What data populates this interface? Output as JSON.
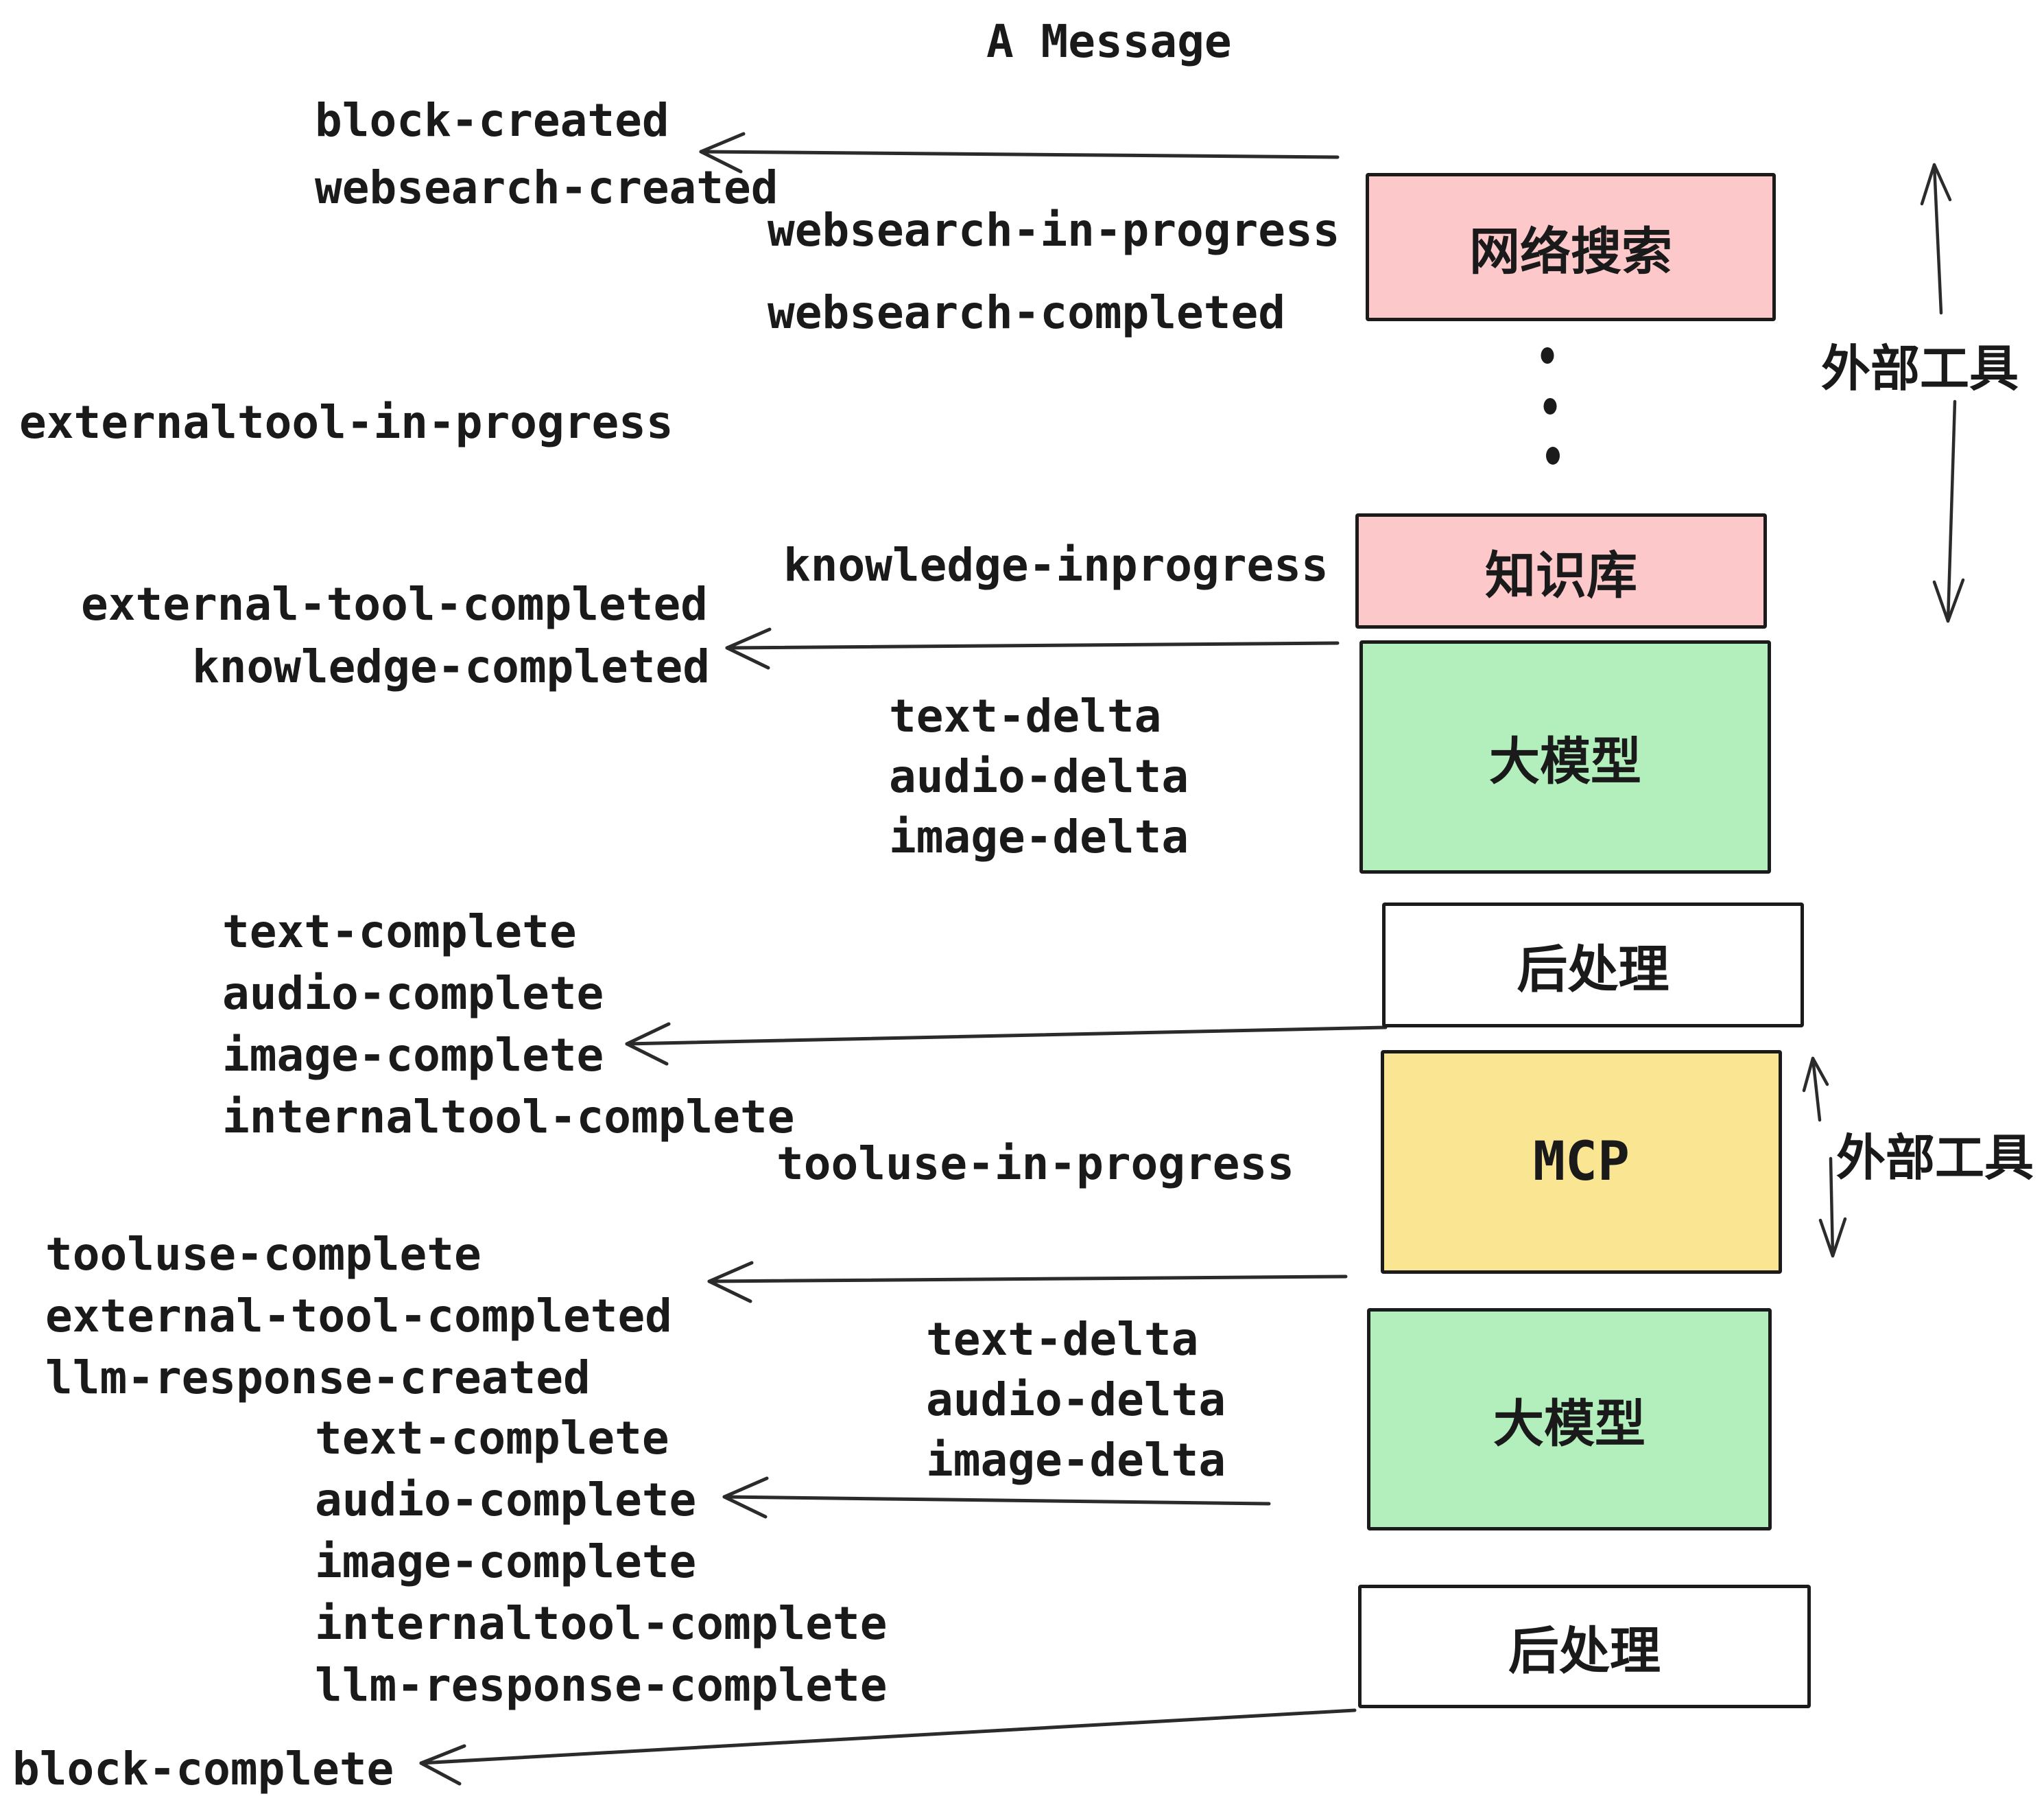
{
  "title": "A Message",
  "events": {
    "block_created": "block-created",
    "websearch_created": "websearch-created",
    "websearch_in_progress": "websearch-in-progress",
    "websearch_completed": "websearch-completed",
    "externaltool_in_progress": "externaltool-in-progress",
    "knowledge_inprogress": "knowledge-inprogress",
    "external_tool_completed": "external-tool-completed",
    "knowledge_completed": "knowledge-completed",
    "text_delta": "text-delta",
    "audio_delta": "audio-delta",
    "image_delta": "image-delta",
    "text_complete": "text-complete",
    "audio_complete": "audio-complete",
    "image_complete": "image-complete",
    "internaltool_complete": "internaltool-complete",
    "tooluse_in_progress": "tooluse-in-progress",
    "tooluse_complete": "tooluse-complete",
    "llm_response_created": "llm-response-created",
    "llm_response_complete": "llm-response-complete",
    "block_complete": "block-complete"
  },
  "boxes": [
    {
      "id": "websearch",
      "label": "网络搜索",
      "color": "pink"
    },
    {
      "id": "knowledge",
      "label": "知识库",
      "color": "pink"
    },
    {
      "id": "llm1",
      "label": "大模型",
      "color": "green"
    },
    {
      "id": "post1",
      "label": "后处理",
      "color": "white"
    },
    {
      "id": "mcp",
      "label": "MCP",
      "color": "yellow"
    },
    {
      "id": "llm2",
      "label": "大模型",
      "color": "green"
    },
    {
      "id": "post2",
      "label": "后处理",
      "color": "white"
    }
  ],
  "side_labels": {
    "external_tools": "外部工具"
  },
  "colors": {
    "pink": "#fcc8ca",
    "green": "#b3efbc",
    "yellow": "#fae593",
    "white": "#ffffff",
    "box_border": "#1b1b1b",
    "arrow": "#2b2b2b",
    "text": "#1a1a1a"
  }
}
